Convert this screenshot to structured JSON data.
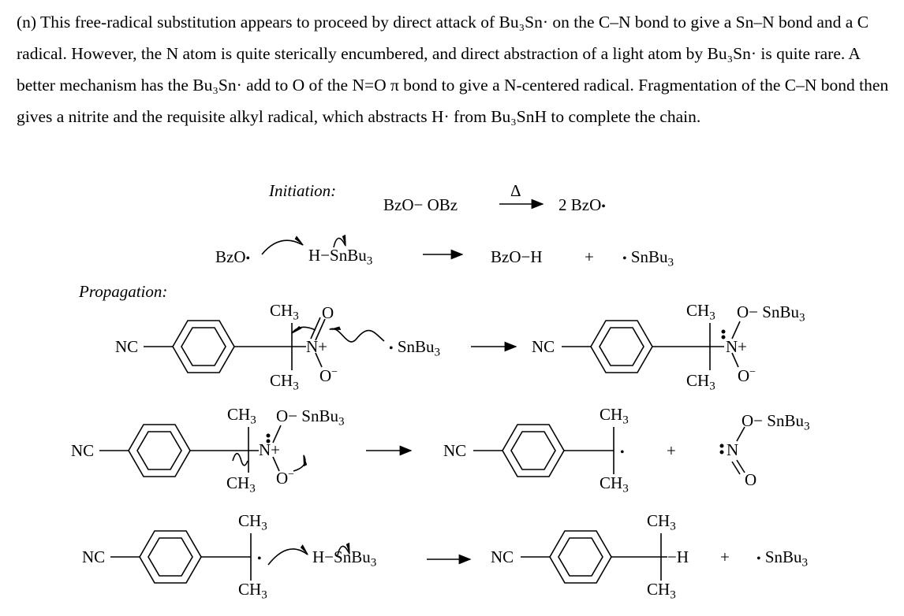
{
  "paragraph": {
    "text": "(n) This free-radical substitution appears to proceed by direct attack of Bu₃Sn· on the C–N bond to give a Sn–N bond and a C radical. However, the N atom is quite sterically encumbered, and direct abstraction of a light atom by Bu₃Sn· is quite rare. A better mechanism has the Bu₃Sn· add to O of the N=O π bond to give a N-centered radical. Fragmentation of the C–N bond then gives a nitrite and the requisite alkyl radical, which abstracts H· from Bu₃SnH to complete the chain."
  },
  "scheme": {
    "initiation_label": "Initiation:",
    "propagation_label": "Propagation:",
    "init_reactant": "BzO− OBz",
    "heat": "Δ",
    "init_product": "2  BzO",
    "bzo": "BzO",
    "hsn_h": "H−",
    "sn": "SnBu",
    "sub3": "3",
    "bzoh": "BzO−H",
    "plus": "+",
    "radical_dot": "•",
    "nc": "NC",
    "ch": "CH",
    "o": "O",
    "o_minus": "O",
    "minus": "−",
    "n": "N",
    "n_plus": "+",
    "o_sn": "O− SnBu",
    "h": "−H",
    "h_dash": "H−"
  }
}
